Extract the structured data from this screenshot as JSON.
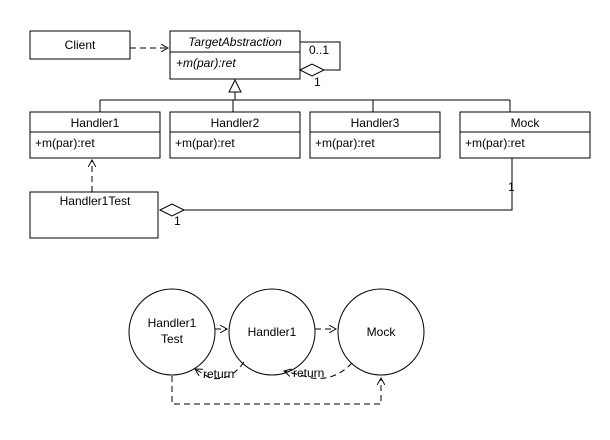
{
  "classes": {
    "client": {
      "name": "Client"
    },
    "target": {
      "name": "TargetAbstraction",
      "method": "+m(par):ret"
    },
    "handler1": {
      "name": "Handler1",
      "method": "+m(par):ret"
    },
    "handler2": {
      "name": "Handler2",
      "method": "+m(par):ret"
    },
    "handler3": {
      "name": "Handler3",
      "method": "+m(par):ret"
    },
    "mock": {
      "name": "Mock",
      "method": "+m(par):ret"
    },
    "handler1test": {
      "name": "Handler1Test"
    }
  },
  "multiplicities": {
    "self_range": "0..1",
    "self_one": "1",
    "mock_one": "1",
    "test_one": "1"
  },
  "sequence": {
    "nodes": {
      "test_line1": "Handler1",
      "test_line2": "Test",
      "handler1": "Handler1",
      "mock": "Mock"
    },
    "returns": {
      "first": "return",
      "second": "return"
    }
  }
}
